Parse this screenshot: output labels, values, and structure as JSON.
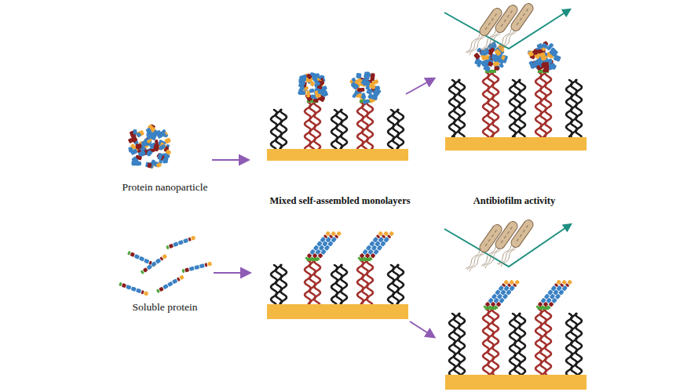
{
  "diagram": {
    "labels": [
      "Protein nanoparticle",
      "Mixed self-assembled monolayers",
      "Antibiofilm activity",
      "Soluble protein"
    ]
  }
}
